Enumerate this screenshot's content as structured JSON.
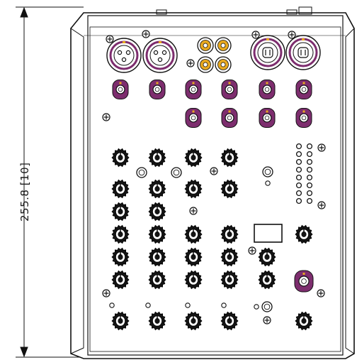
{
  "dimension": {
    "label": "255.8 [10]"
  },
  "colors": {
    "line": "#111111",
    "purple": "#7d2d6e",
    "gold": "#e7a81e",
    "panel": "#ffffff"
  },
  "connectors": {
    "xlr_inputs": 2,
    "rca_jacks": 4,
    "xlr_outputs": 2,
    "combo_jacks_top_row": 6,
    "combo_jacks_second_row": 4,
    "headphone_jack": 1
  },
  "controls": {
    "knob_columns": 6,
    "meter_led_columns": 2,
    "meter_leds_per_column": 8
  }
}
